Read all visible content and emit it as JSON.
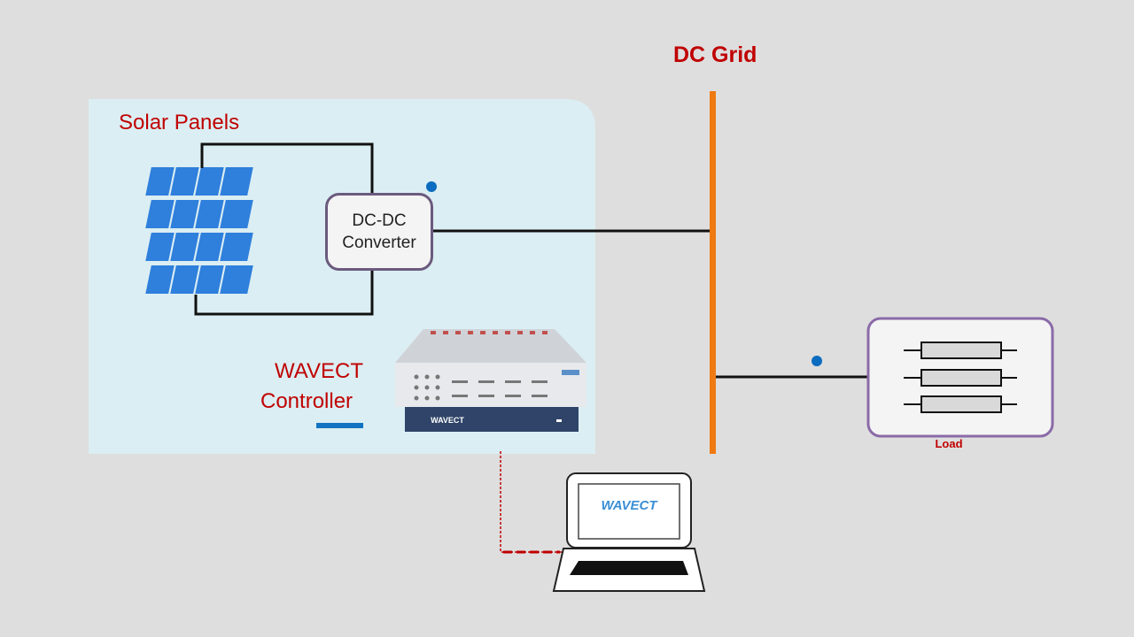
{
  "labels": {
    "dc_grid": "DC Grid",
    "solar_panels": "Solar Panels",
    "controller_line1": "WAVECT",
    "controller_line2": "Controller",
    "load": "Load"
  },
  "converter": {
    "line1": "DC-DC",
    "line2": "Converter"
  },
  "brand": {
    "device_logo": "WAVECT",
    "screen_logo": "WAVECT"
  },
  "colors": {
    "background": "#dedede",
    "solar_region": "#dbeef3",
    "grid_bus": "#f07a12",
    "label_red": "#c00000",
    "box_border": "#6b5a7e",
    "panel_blue": "#2f7fdc",
    "indicator_dot": "#0b6cc0",
    "link_dashed": "#c00000"
  }
}
